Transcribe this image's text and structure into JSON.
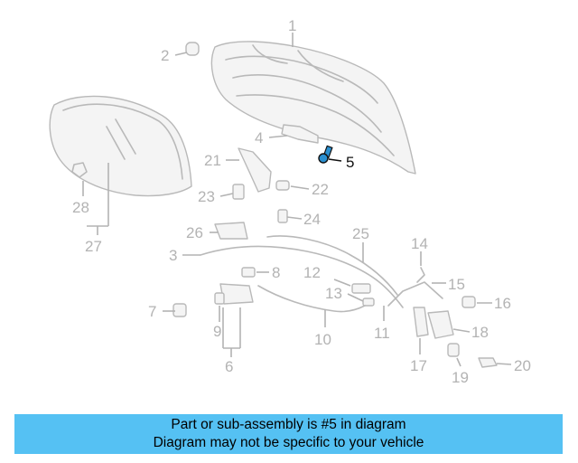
{
  "banner": {
    "line1": "Part or sub-assembly is #5 in diagram",
    "line2": "Diagram may not be specific to your vehicle",
    "background": "#55c1f3"
  },
  "highlight": {
    "part": "5",
    "color": "#2a8fd0"
  },
  "callouts": [
    "1",
    "2",
    "3",
    "4",
    "5",
    "6",
    "7",
    "8",
    "9",
    "10",
    "11",
    "12",
    "13",
    "14",
    "15",
    "16",
    "17",
    "18",
    "19",
    "20",
    "21",
    "22",
    "23",
    "24",
    "25",
    "26",
    "27",
    "28"
  ]
}
